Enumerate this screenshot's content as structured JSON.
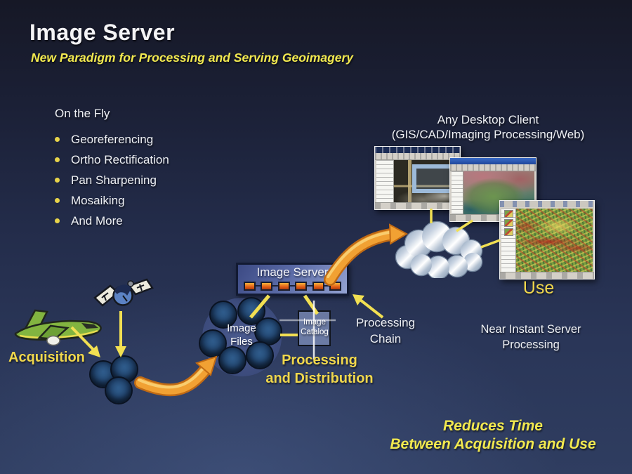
{
  "slide": {
    "title": "Image Server",
    "subtitle": "New Paradigm for Processing and Serving Geoimagery",
    "tagline_line1": "Reduces Time",
    "tagline_line2": "Between Acquisition and Use"
  },
  "features": {
    "header": "On the Fly",
    "items": [
      {
        "label": "Georeferencing"
      },
      {
        "label": "Ortho Rectification"
      },
      {
        "label": "Pan Sharpening"
      },
      {
        "label": "Mosaiking"
      },
      {
        "label": "And More"
      }
    ]
  },
  "desktop_client": {
    "line1": "Any Desktop Client",
    "line2": "(GIS/CAD/Imaging Processing/Web)"
  },
  "flow": {
    "acquisition_label": "Acquisition",
    "processing_label_line1": "Processing",
    "processing_label_line2": "and Distribution",
    "use_label": "Use",
    "server_box_label": "Image Server",
    "image_files_line1": "Image",
    "image_files_line2": "Files",
    "image_catalog_line1": "Image",
    "image_catalog_line2": "Catalog",
    "processing_chain_line1": "Processing",
    "processing_chain_line2": "Chain",
    "near_instant_line1": "Near Instant Server",
    "near_instant_line2": "Processing"
  },
  "colors": {
    "accent_yellow": "#f2e94f",
    "stage_gold": "#f0d74c",
    "arrow_orange": "#f1a133",
    "background_top": "#161826",
    "background_bottom": "#2f3d60",
    "server_box_fill": "#5a6aa6",
    "node_blue": "#1c3a60"
  }
}
